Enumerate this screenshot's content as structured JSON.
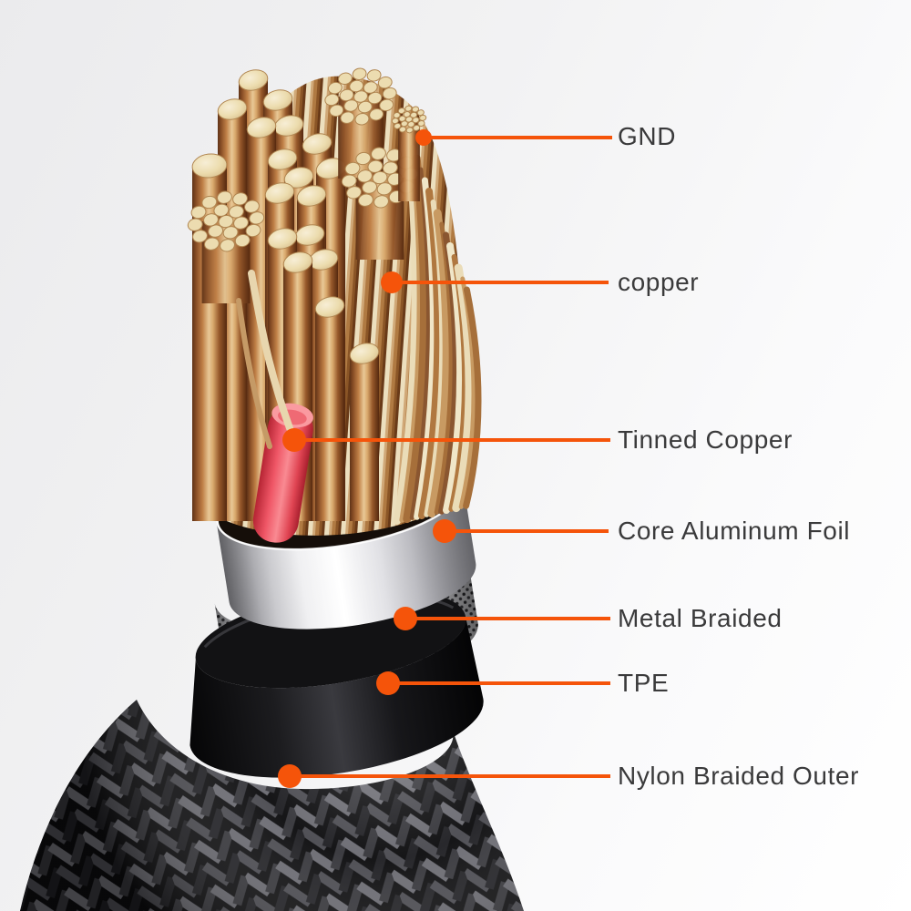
{
  "callouts": [
    {
      "part": "ground-strand-bundle",
      "text": "GND"
    },
    {
      "part": "copper-strands",
      "text": "copper"
    },
    {
      "part": "tinned-copper-wire",
      "text": "Tinned Copper"
    },
    {
      "part": "core-aluminum-foil",
      "text": "Core Aluminum Foil"
    },
    {
      "part": "metal-braided-shield",
      "text": "Metal Braided"
    },
    {
      "part": "tpe-jacket",
      "text": "TPE"
    },
    {
      "part": "nylon-braided-outer",
      "text": "Nylon Braided Outer"
    }
  ],
  "colors": {
    "accent_orange": "#F5540A",
    "label_text": "#3A3A3B",
    "background_top_left": "#EBEBED",
    "background_bottom_right": "#FFFFFF",
    "copper_light": "#EFE0B8",
    "copper_mid": "#C98A52",
    "copper_dark": "#7A4523",
    "red_wire": "#EF5160",
    "foil_silver": "#F2F2F4",
    "mesh_silver": "#D2D2D6",
    "tpe_black": "#111113",
    "braid_black": "#141416"
  }
}
